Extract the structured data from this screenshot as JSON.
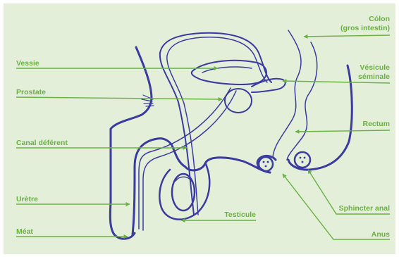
{
  "labels": {
    "colon": "Cólon",
    "colon_sub": "(gros intestin)",
    "vessie": "Vessie",
    "vesicule": "Vésicule",
    "vesicule_sub": "séminale",
    "prostate": "Prostate",
    "rectum": "Rectum",
    "canal": "Canal déférent",
    "uretre": "Urètre",
    "testicule": "Testicule",
    "sphincter": "Sphincter anal",
    "meat": "Méat",
    "anus": "Anus"
  },
  "colors": {
    "background": "#e3efd9",
    "organ_stroke": "#3a3aa0",
    "label": "#6ab043"
  }
}
